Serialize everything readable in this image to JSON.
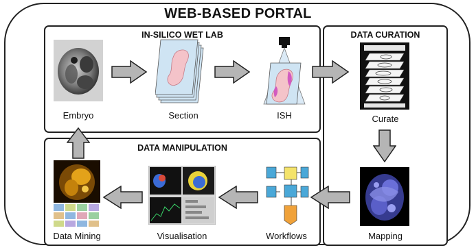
{
  "title": "WEB-BASED PORTAL",
  "panels": {
    "wet_lab": "IN-SILICO WET LAB",
    "curation": "DATA CURATION",
    "manipulation": "DATA MANIPULATION"
  },
  "steps": {
    "embryo": "Embryo",
    "section": "Section",
    "ish": "ISH",
    "curate": "Curate",
    "mapping": "Mapping",
    "workflows": "Workflows",
    "visualisation": "Visualisation",
    "data_mining": "Data Mining"
  },
  "colors": {
    "arrow_fill": "#b5b5b5",
    "border": "#222222",
    "section_blue": "#cfe4f3",
    "tissue_pink": "#f4c3c9",
    "stain_magenta": "#d25bc0"
  }
}
